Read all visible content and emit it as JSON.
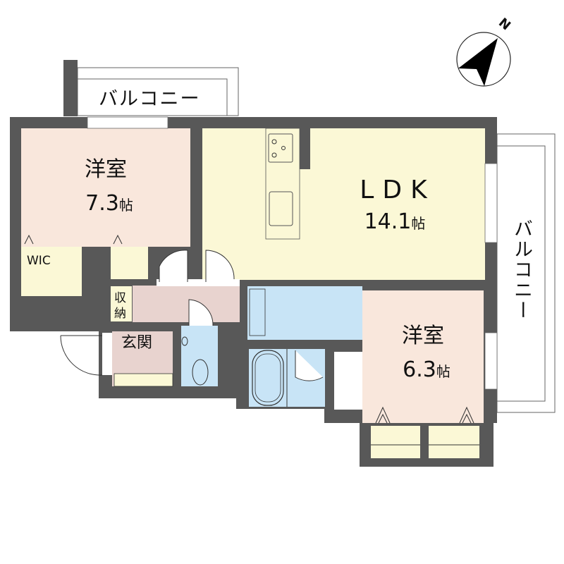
{
  "floor_plan": {
    "compass": {
      "label": "N",
      "icon": "north-arrow-icon"
    },
    "rooms": {
      "western_room_1": {
        "name": "洋室",
        "size": "7.3",
        "unit": "帖",
        "color": "#f9e7dc"
      },
      "ldk": {
        "name": "LDK",
        "size": "14.1",
        "unit": "帖",
        "color": "#fbf8d6"
      },
      "western_room_2": {
        "name": "洋室",
        "size": "6.3",
        "unit": "帖",
        "color": "#f9e7dc"
      },
      "wic": {
        "name": "WIC",
        "color": "#fbf8d6"
      },
      "storage": {
        "name_top": "収",
        "name_bottom": "納"
      },
      "entrance": {
        "name": "玄関",
        "color": "#e8d3cf"
      },
      "bathroom_color": "#c8e4f6"
    },
    "balconies": {
      "top": {
        "label": "バルコニー"
      },
      "right": {
        "label": "バルコニー"
      }
    },
    "colors": {
      "wall": "#585858",
      "hall": "#e8d3cf",
      "closet": "#fbf8d6",
      "water": "#c8e4f6"
    }
  }
}
